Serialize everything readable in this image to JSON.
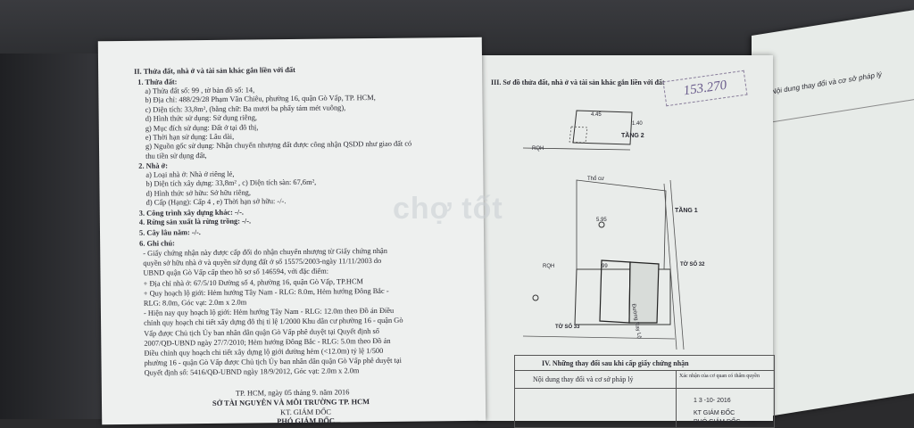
{
  "left": {
    "section_title": "II. Thửa đất, nhà ở và tài sản khác gắn liền với đất",
    "land_title": "1. Thửa đất:",
    "land_lines": [
      "a) Thửa đất số:      99        , tờ bản đồ số:        14,",
      "b) Địa chỉ: 488/29/28 Phạm Văn Chiêu, phường 16, quận Gò Vấp, TP. HCM,",
      "c) Diện tích:          33,8m², (bằng chữ: Ba mươi ba phẩy tám mét vuông),",
      "d) Hình thức sử dụng:   Sử dụng riêng,",
      "g) Mục đích sử dụng:  Đất ở tại đô thị,",
      "e) Thời hạn sử dụng:  Lâu dài,",
      "g) Nguồn gốc sử dụng: Nhận chuyển nhượng đất được công nhận QSDD như giao đất có",
      "    thu tiền sử dụng đất,"
    ],
    "house_title": "2. Nhà ở:",
    "house_lines": [
      "a) Loại nhà ở:        Nhà ở riêng lẻ,",
      "b) Diện tích xây dựng:  33,8m²                    , c) Diện tích sàn:  67,6m²,",
      "d) Hình thức sở hữu:     Sở hữu riêng,",
      "đ) Cấp (Hạng): Cấp 4            , e) Thời hạn sở hữu:        -/-."
    ],
    "item3": "3. Công trình xây dựng khác: -/-.",
    "item4": "4. Rừng sản xuất là rừng trồng: -/-.",
    "item5": "5. Cây lâu năm:   -/-.",
    "notes_title": "6. Ghi chú:",
    "notes_lines": [
      "- Giấy chứng nhận này được cấp đổi do nhận chuyển nhượng từ Giấy chứng nhận",
      "quyền sở hữu nhà ở và quyền sử dụng đất ở số 15575/2003-ngày 11/11/2003 do",
      "UBND quận Gò Vấp cấp theo hồ sơ số 146594, với đặc điểm:",
      "+ Địa chỉ nhà ở: 67/5/10 Đường số 4, phường 16, quận Gò Vấp, TP.HCM",
      "+ Quy hoạch lộ giới: Hẻm hướng Tây Nam - RLG: 8.0m, Hẻm hướng Đông Bắc -",
      "RLG: 8.0m, Góc vạt: 2.0m x 2.0m",
      "- Hiện nay quy hoạch lộ giới: Hẻm hướng Tây Nam - RLG: 12.0m theo Đồ án Điều",
      "chỉnh quy hoạch chi tiết xây dựng đô thị tỉ lệ 1/2000 Khu dân cư phường 16 - quận Gò",
      "Vấp được Chủ tịch Ủy ban nhân dân quận Gò Vấp phê duyệt tại Quyết định số",
      "2007/QĐ-UBND ngày 27/7/2010; Hẻm hướng Đông Bắc - RLG: 5.0m theo Đồ án",
      "Điều chỉnh quy hoạch chi tiết xây dựng lộ giới đường hẻm (<12.0m) tỷ lệ 1/500",
      "phường 16 - quận Gò Vấp được Chủ tịch Ủy ban nhân dân quận Gò Vấp phê duyệt tại",
      "Quyết định số: 5416/QĐ-UBND ngày 18/9/2012, Góc vạt: 2.0m x 2.0m"
    ],
    "date_line": "TP. HCM, ngày 05 tháng 9. năm 2016",
    "agency": "SỞ TÀI NGUYÊN VÀ MÔI TRƯỜNG TP. HCM",
    "kt": "KT. GIÁM ĐỐC",
    "deputy": "PHÓ GIÁM ĐỐC"
  },
  "right": {
    "section_title": "III. Sơ đồ thửa đất, nhà ở và tài sản khác gắn liền với đất",
    "stamp_text": "153.270",
    "diagram_labels": {
      "floor2": "TẦNG 2",
      "floor1": "TẦNG 1",
      "dim1": "4.45",
      "dim2": "1.40",
      "dim3": "5.95",
      "rqh": "RQH",
      "tho_cu": "Thổ cư",
      "road": "Đường Ray Lộ",
      "to_so_32": "TỜ SỐ 32",
      "to_so_33": "TỜ SỐ 33",
      "parcel": "99"
    },
    "table_title": "IV. Những thay đổi sau khi cấp giấy chứng nhận",
    "col1": "Nội dung thay đổi và cơ sở pháp lý",
    "col2": "Xác nhận của cơ quan có thẩm quyền",
    "cert_date": "1 3 -10- 2016",
    "cert_kt": "KT GIÁM ĐỐC",
    "cert_deputy": "PHÓ GIÁM ĐỐC"
  },
  "third": {
    "heading": "Nội dung thay đổi và cơ sở pháp lý"
  },
  "watermark": "chợ tốt"
}
